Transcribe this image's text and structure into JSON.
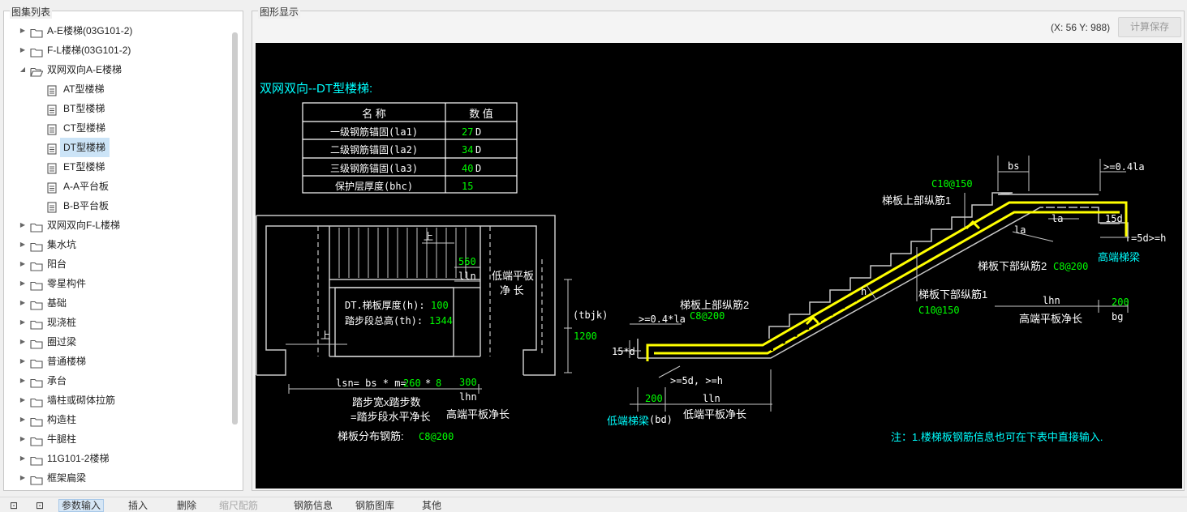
{
  "left_panel": {
    "title": "图集列表",
    "tree": [
      {
        "label": "A-E楼梯(03G101-2)",
        "level": 0,
        "type": "folder",
        "expanded": false,
        "selected": false
      },
      {
        "label": "F-L楼梯(03G101-2)",
        "level": 0,
        "type": "folder",
        "expanded": false,
        "selected": false
      },
      {
        "label": "双网双向A-E楼梯",
        "level": 0,
        "type": "folder",
        "expanded": true,
        "selected": false
      },
      {
        "label": "AT型楼梯",
        "level": 1,
        "type": "file",
        "expanded": false,
        "selected": false
      },
      {
        "label": "BT型楼梯",
        "level": 1,
        "type": "file",
        "expanded": false,
        "selected": false
      },
      {
        "label": "CT型楼梯",
        "level": 1,
        "type": "file",
        "expanded": false,
        "selected": false
      },
      {
        "label": "DT型楼梯",
        "level": 1,
        "type": "file",
        "expanded": false,
        "selected": true
      },
      {
        "label": "ET型楼梯",
        "level": 1,
        "type": "file",
        "expanded": false,
        "selected": false
      },
      {
        "label": "A-A平台板",
        "level": 1,
        "type": "file",
        "expanded": false,
        "selected": false
      },
      {
        "label": "B-B平台板",
        "level": 1,
        "type": "file",
        "expanded": false,
        "selected": false
      },
      {
        "label": "双网双向F-L楼梯",
        "level": 0,
        "type": "folder",
        "expanded": false,
        "selected": false
      },
      {
        "label": "集水坑",
        "level": 0,
        "type": "folder",
        "expanded": false,
        "selected": false
      },
      {
        "label": "阳台",
        "level": 0,
        "type": "folder",
        "expanded": false,
        "selected": false
      },
      {
        "label": "零星构件",
        "level": 0,
        "type": "folder",
        "expanded": false,
        "selected": false
      },
      {
        "label": "基础",
        "level": 0,
        "type": "folder",
        "expanded": false,
        "selected": false
      },
      {
        "label": "现浇桩",
        "level": 0,
        "type": "folder",
        "expanded": false,
        "selected": false
      },
      {
        "label": "圈过梁",
        "level": 0,
        "type": "folder",
        "expanded": false,
        "selected": false
      },
      {
        "label": "普通楼梯",
        "level": 0,
        "type": "folder",
        "expanded": false,
        "selected": false
      },
      {
        "label": "承台",
        "level": 0,
        "type": "folder",
        "expanded": false,
        "selected": false
      },
      {
        "label": "墙柱或砌体拉筋",
        "level": 0,
        "type": "folder",
        "expanded": false,
        "selected": false
      },
      {
        "label": "构造柱",
        "level": 0,
        "type": "folder",
        "expanded": false,
        "selected": false
      },
      {
        "label": "牛腿柱",
        "level": 0,
        "type": "folder",
        "expanded": false,
        "selected": false
      },
      {
        "label": "11G101-2楼梯",
        "level": 0,
        "type": "folder",
        "expanded": false,
        "selected": false
      },
      {
        "label": "框架扁梁",
        "level": 0,
        "type": "folder",
        "expanded": false,
        "selected": false
      }
    ]
  },
  "right_panel": {
    "title": "图形显示",
    "coords": "(X: 56 Y: 988)",
    "calc_save_label": "计算保存"
  },
  "drawing": {
    "colors": {
      "white": "#ffffff",
      "green": "#00ff00",
      "cyan": "#00ffff",
      "yellow": "#ffff00",
      "grey": "#c8c8c8"
    },
    "title": "双网双向--DT型楼梯:",
    "table": {
      "headers": [
        "名 称",
        "数 值"
      ],
      "rows": [
        {
          "name": "一级钢筋锚固(la1)",
          "value": "27",
          "unit": "D"
        },
        {
          "name": "二级钢筋锚固(la2)",
          "value": "34",
          "unit": "D"
        },
        {
          "name": "三级钢筋锚固(la3)",
          "value": "40",
          "unit": "D"
        },
        {
          "name": "保护层厚度(bhc)",
          "value": "15",
          "unit": ""
        }
      ]
    },
    "plan": {
      "up_label": "上",
      "dim_560": "560",
      "lln": "lln",
      "low_plate_1": "低端平板",
      "low_plate_2": "净 长",
      "thickness_label": "DT.梯板厚度(h):",
      "thickness_value": "100",
      "total_height_label": "踏步段总高(th):",
      "total_height_value": "1344",
      "tbjk": "(tbjk)",
      "dim_1200": "1200",
      "lsn_label": "lsn= bs * m=",
      "lsn_bs": "260",
      "lsn_star": "*",
      "lsn_m": "8",
      "dim_300": "300",
      "lhn": "lhn",
      "step_note_1": "踏步宽x踏步数",
      "step_note_2": "=踏步段水平净长",
      "high_plate_len": "高端平板净长",
      "dist_label": "梯板分布钢筋:",
      "dist_value": "C8@200"
    },
    "section": {
      "bs": "bs",
      "ge04la_right": ">=0.4la",
      "c10_150_top": "C10@150",
      "top_rebar_1": "梯板上部纵筋1",
      "la_1": "la",
      "la_2": "la",
      "d15_right": "15d",
      "ge5d_right": "=5d>=h",
      "high_beam": "高端梯梁",
      "bot_rebar_2": "梯板下部纵筋2",
      "c8_200_bot2": "C8@200",
      "h": "h",
      "bot_rebar_1": "梯板下部纵筋1",
      "c10_150_bot": "C10@150",
      "lhn": "lhn",
      "dim_200_right": "200",
      "high_plate_len": "高端平板净长",
      "bg": "bg",
      "top_rebar_2": "梯板上部纵筋2",
      "c8_200_top2": "C8@200",
      "ge04la_left": ">=0.4*la",
      "d15_left": "15*d",
      "ge5d_left": ">=5d, >=h",
      "dim_200_left": "200",
      "lln": "lln",
      "low_beam": "低端梯梁",
      "bd": "(bd)",
      "low_plate_len": "低端平板净长",
      "note": "注：1.楼梯板钢筋信息也可在下表中直接输入."
    }
  },
  "toolbar": {
    "items": [
      {
        "label": "参数输入",
        "active": true,
        "dim": false
      },
      {
        "label": "插入",
        "active": false,
        "dim": false
      },
      {
        "label": "删除",
        "active": false,
        "dim": false
      },
      {
        "label": "缩尺配筋",
        "active": false,
        "dim": true
      },
      {
        "label": "钢筋信息",
        "active": false,
        "dim": false
      },
      {
        "label": "钢筋图库",
        "active": false,
        "dim": false
      },
      {
        "label": "其他",
        "active": false,
        "dim": false
      }
    ]
  }
}
